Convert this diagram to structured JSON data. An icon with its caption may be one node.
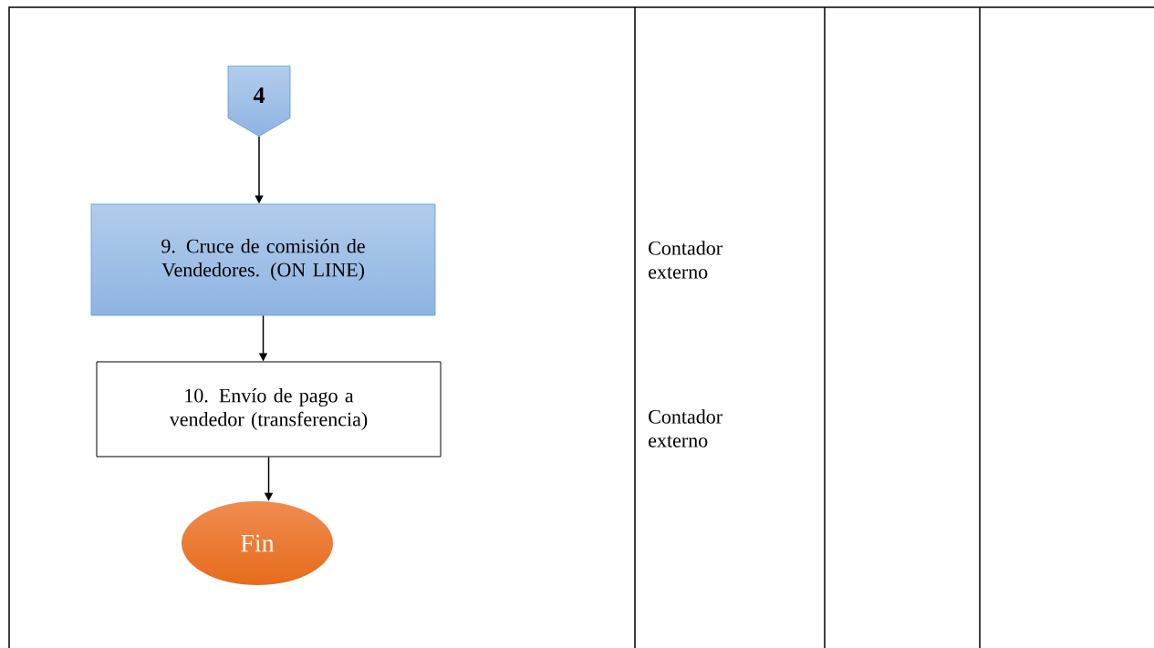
{
  "diagram": {
    "nodes": [
      {
        "text": [
          "4"
        ]
      },
      {
        "text": [
          "9. Cruce de comisión de Vendedores. (ON LINE)"
        ]
      },
      {
        "text": [
          "10. Envío de pago a vendedor (transferencia)"
        ]
      },
      {
        "text": [
          "Fin"
        ]
      }
    ],
    "edges": [
      {
        "from": 0,
        "to": 1,
        "arrow": "to"
      },
      {
        "from": 1,
        "to": 2,
        "arrow": "to"
      },
      {
        "from": 2,
        "to": 3,
        "arrow": "to"
      }
    ],
    "labels": [
      "Contador externo",
      "Contador externo"
    ]
  }
}
